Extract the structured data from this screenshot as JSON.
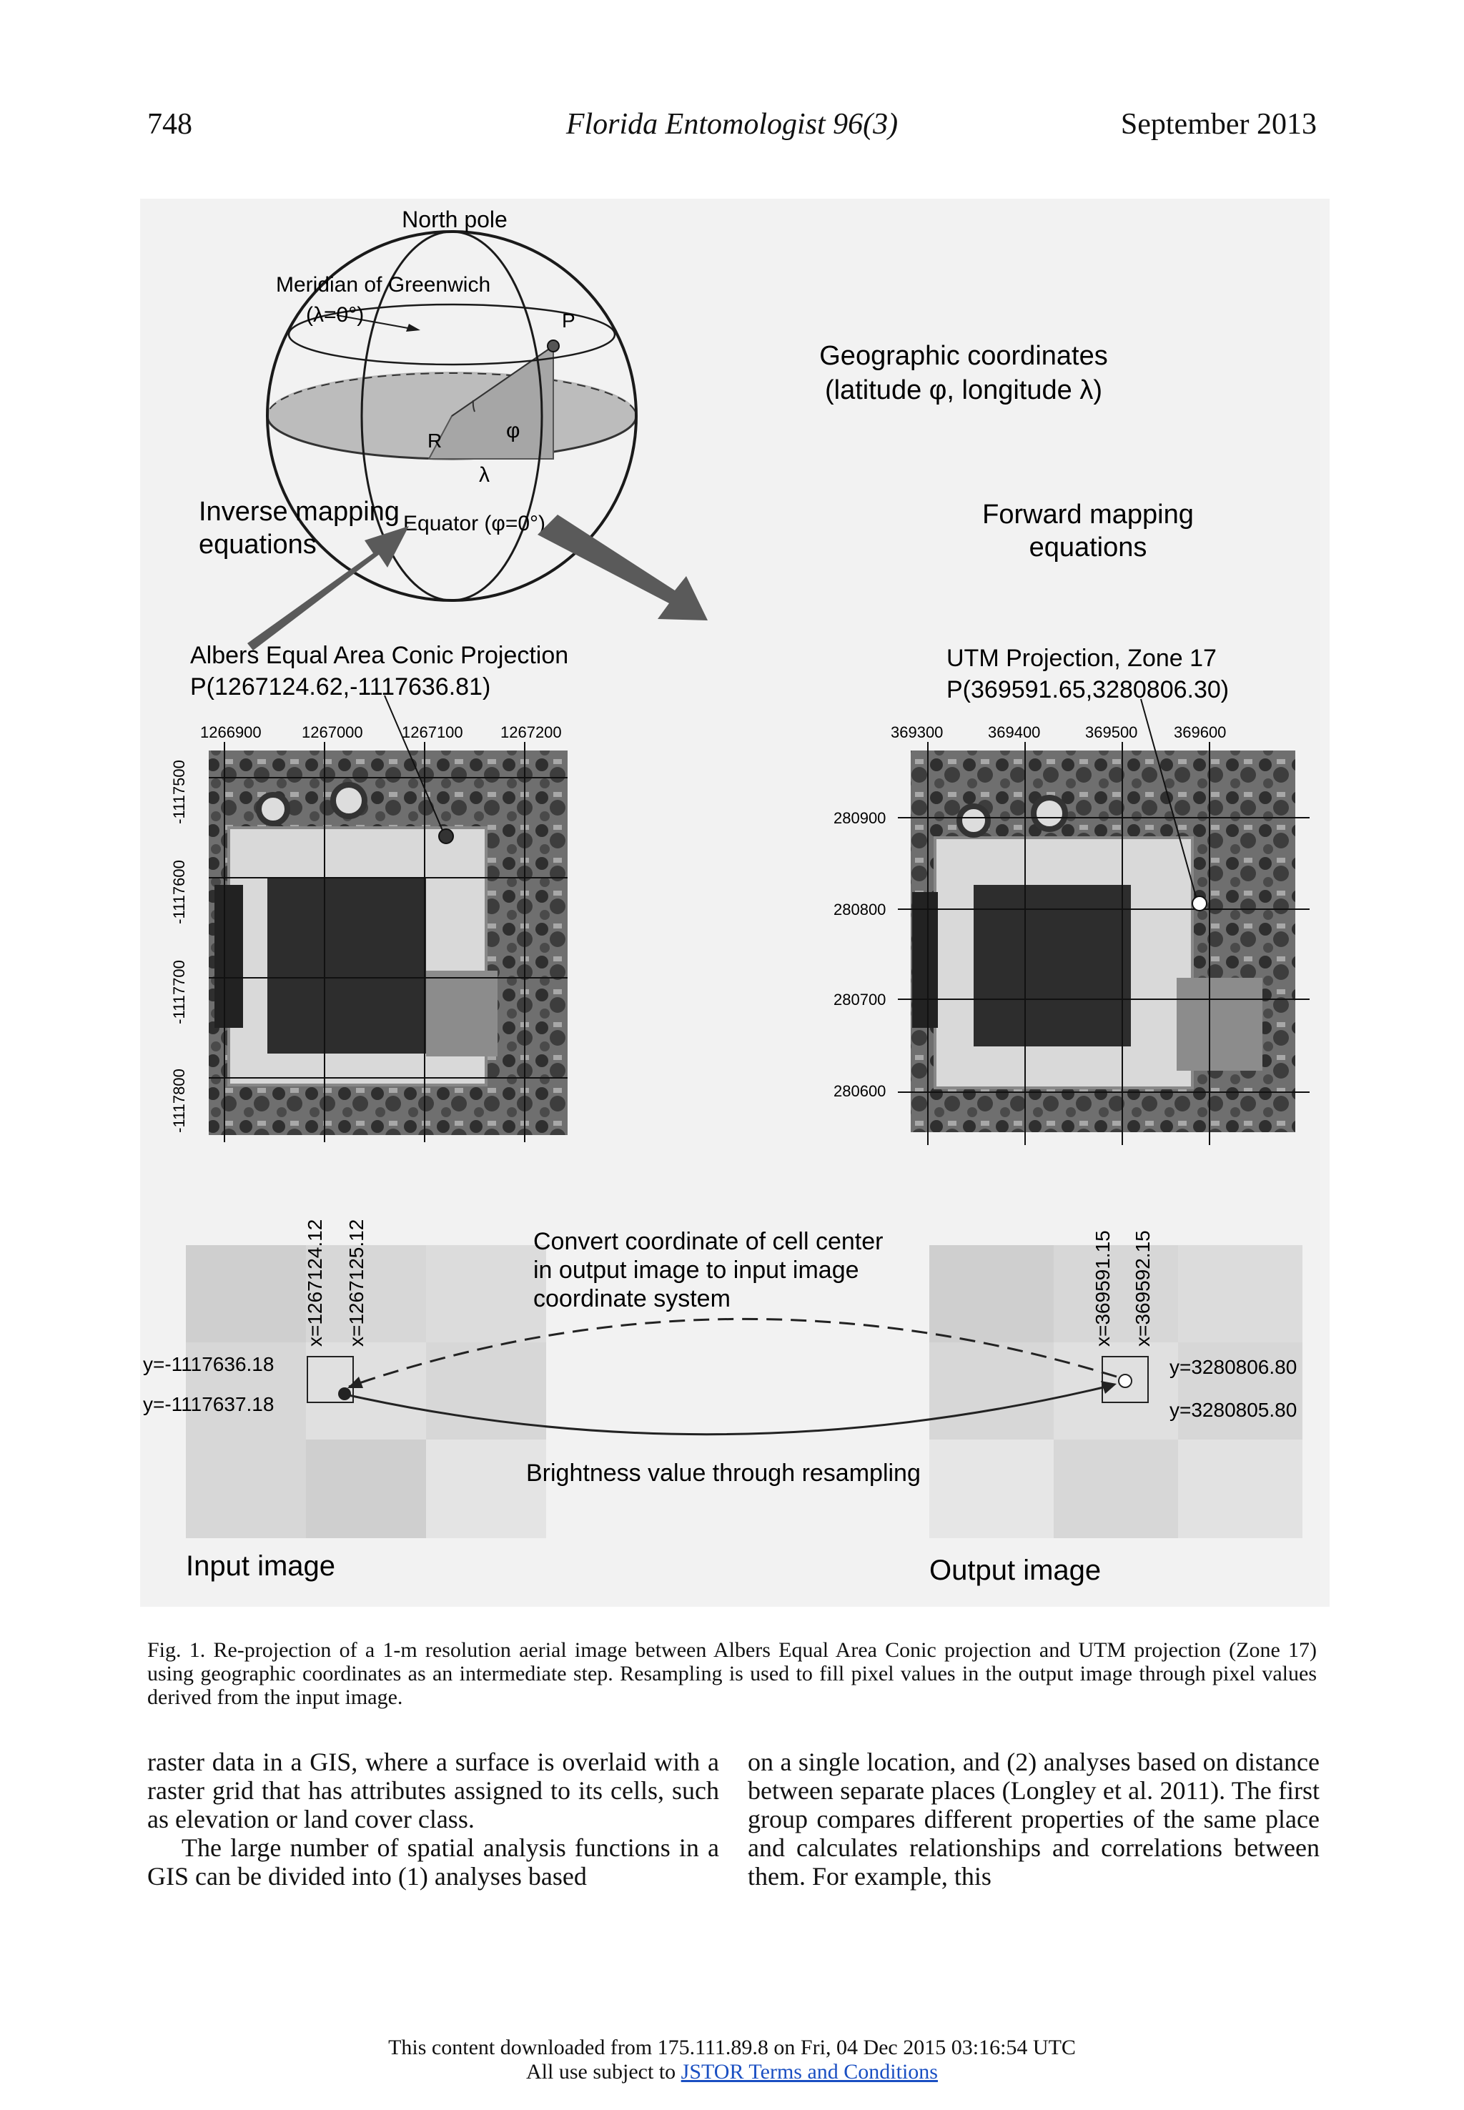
{
  "header": {
    "page_number": "748",
    "journal": "Florida Entomologist 96(3)",
    "date": "September 2013"
  },
  "figure": {
    "sphere": {
      "north_pole": "North pole",
      "meridian_line1": "Meridian of Greenwich",
      "meridian_line2": "(λ=0°)",
      "point": "P",
      "radius": "R",
      "phi": "φ",
      "lambda": "λ",
      "equator": "Equator (φ=0°)",
      "geo_line1": "Geographic coordinates",
      "geo_line2": "(latitude φ, longitude λ)"
    },
    "inverse_line1": "Inverse mapping",
    "inverse_line2": "equations",
    "forward_line1": "Forward mapping",
    "forward_line2": "equations",
    "left_map": {
      "title": "Albers Equal Area Conic Projection",
      "point": "P(1267124.62,-1117636.81)",
      "x_ticks": [
        "1266900",
        "1267000",
        "1267100",
        "1267200"
      ],
      "y_ticks": [
        "-1117500",
        "-1117600",
        "-1117700",
        "-1117800"
      ]
    },
    "right_map": {
      "title": "UTM Projection, Zone 17",
      "point": "P(369591.65,3280806.30)",
      "x_ticks": [
        "369300",
        "369400",
        "369500",
        "369600"
      ],
      "y_ticks": [
        "280900",
        "280800",
        "280700",
        "280600"
      ]
    },
    "input_x1": "x=1267124.12",
    "input_x2": "x=1267125.12",
    "input_y1": "y=-1117636.18",
    "input_y2": "y=-1117637.18",
    "output_x1": "x=369591.15",
    "output_x2": "x=369592.15",
    "output_y1": "y=3280806.80",
    "output_y2": "y=3280805.80",
    "convert_line1": "Convert coordinate of cell center",
    "convert_line2": "in output image to input image",
    "convert_line3": "coordinate system",
    "brightness": "Brightness value through resampling",
    "input_label": "Input image",
    "output_label": "Output image"
  },
  "caption": "Fig. 1. Re-projection of a 1-m resolution aerial image between Albers Equal Area Conic projection and UTM projection (Zone 17) using geographic coordinates as an intermediate step. Resampling is used to fill pixel values in the output image through pixel values derived from the input image.",
  "body": {
    "left_p1": "raster data in a GIS, where a surface is overlaid with a raster grid that has attributes assigned to its cells, such as elevation or land cover class.",
    "left_p2": "The large number of spatial analysis functions in a GIS can be divided into (1) analyses based",
    "right_p1": "on a single location, and (2) analyses based on distance between separate places (Longley et al. 2011). The first group compares different properties of the same place and calculates relationships and correlations between them. For example, this"
  },
  "footer": {
    "line1": "This content downloaded from 175.111.89.8 on Fri, 04 Dec 2015 03:16:54 UTC",
    "line2_prefix": "All use subject to ",
    "link": "JSTOR Terms and Conditions"
  }
}
